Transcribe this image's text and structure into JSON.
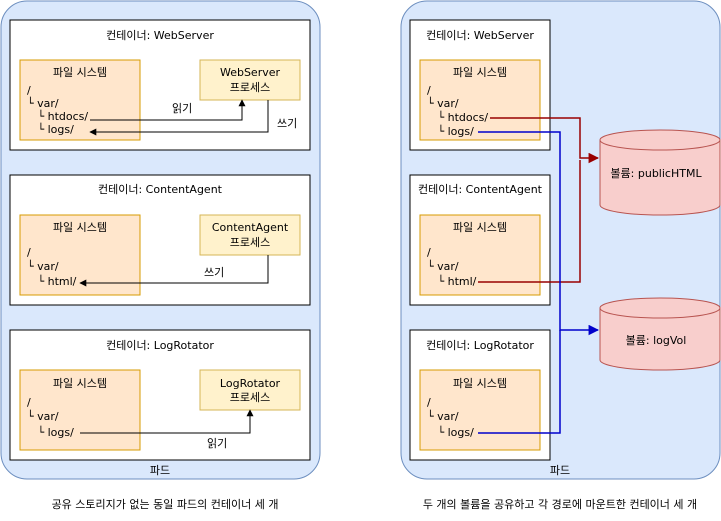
{
  "colors": {
    "pod_fill": "#dae8fc",
    "pod_stroke": "#6c8ebf",
    "fs_fill": "#ffe6cc",
    "fs_stroke": "#d79b00",
    "proc_fill": "#fff2cc",
    "proc_stroke": "#d6b656",
    "vol_fill": "#f8cecc",
    "vol_stroke": "#b85450",
    "red_line": "#990000",
    "blue_line": "#0000cc"
  },
  "left": {
    "pod_label": "파드",
    "caption": "공유 스토리지가 없는 동일 파드의 컨테이너 세 개",
    "webserver": {
      "title": "컨테이너: WebServer",
      "fs_title": "파일 시스템",
      "fs_lines": [
        "/",
        "└ var/",
        "   └ htdocs/",
        "   └ logs/"
      ],
      "proc_line1": "WebServer",
      "proc_line2": "프로세스",
      "read_label": "읽기",
      "write_label": "쓰기"
    },
    "contentagent": {
      "title": "컨테이너: ContentAgent",
      "fs_title": "파일 시스템",
      "fs_lines": [
        "/",
        "└ var/",
        "   └ html/"
      ],
      "proc_line1": "ContentAgent",
      "proc_line2": "프로세스",
      "write_label": "쓰기"
    },
    "logrotator": {
      "title": "컨테이너: LogRotator",
      "fs_title": "파일 시스템",
      "fs_lines": [
        "/",
        "└ var/",
        "   └ logs/"
      ],
      "proc_line1": "LogRotator",
      "proc_line2": "프로세스",
      "read_label": "읽기"
    }
  },
  "right": {
    "pod_label": "파드",
    "caption": "두 개의 볼륨을 공유하고 각 경로에 마운트한 컨테이너 세 개",
    "webserver": {
      "title": "컨테이너: WebServer",
      "fs_title": "파일 시스템",
      "fs_lines": [
        "/",
        "└ var/",
        "   └ htdocs/",
        "   └ logs/"
      ]
    },
    "contentagent": {
      "title": "컨테이너: ContentAgent",
      "fs_title": "파일 시스템",
      "fs_lines": [
        "/",
        "└ var/",
        "   └ html/"
      ]
    },
    "logrotator": {
      "title": "컨테이너: LogRotator",
      "fs_title": "파일 시스템",
      "fs_lines": [
        "/",
        "└ var/",
        "   └ logs/"
      ]
    },
    "volume_html": "볼륨: publicHTML",
    "volume_log": "볼륨: logVol"
  }
}
